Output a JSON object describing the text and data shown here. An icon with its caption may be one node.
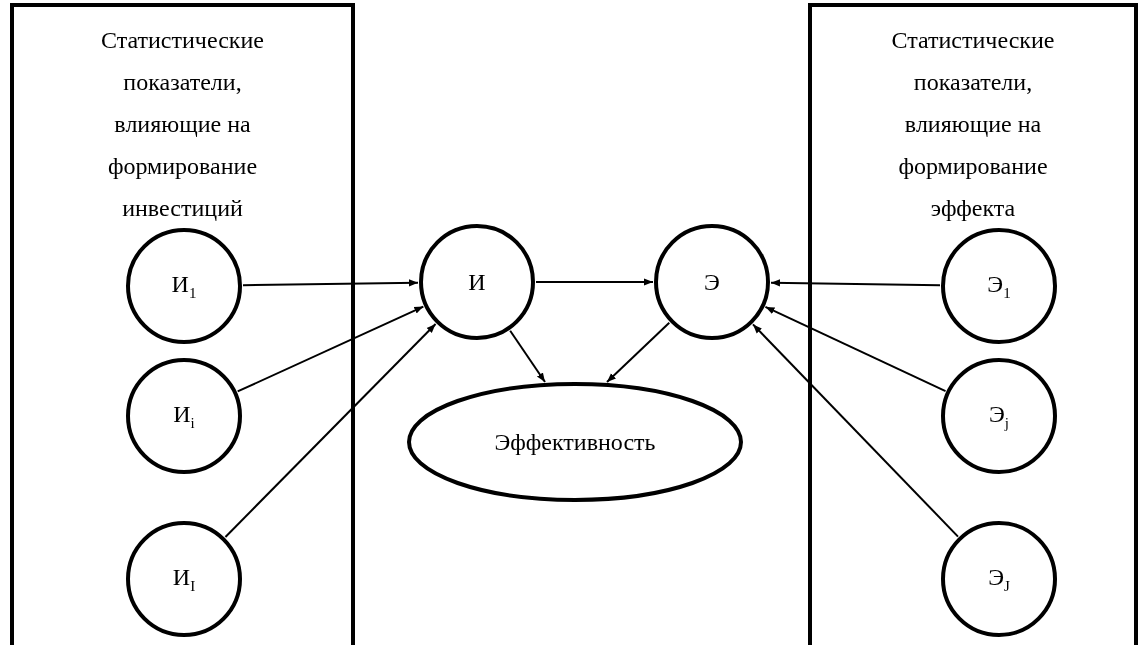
{
  "diagram": {
    "nodes": [
      {
        "text": [
          "Статистические показатели, влияющие на формирование инвестиций"
        ]
      },
      {
        "text": [
          "И$_{1}$"
        ],
        "in": 0
      },
      {
        "text": [
          "И$_{i}$"
        ],
        "in": 0
      },
      {
        "text": [
          "И$_{I}$"
        ],
        "in": 0
      },
      {
        "text": [
          "И"
        ]
      },
      {
        "text": [
          "Э"
        ]
      },
      {
        "text": [
          "Эффективность"
        ]
      },
      {
        "text": [
          "Статистические показатели, влияющие на формирование эффекта"
        ]
      },
      {
        "text": [
          "Э$_{1}$"
        ],
        "in": 7
      },
      {
        "text": [
          "Э$_{j}$"
        ],
        "in": 7
      },
      {
        "text": [
          "Э$_{J}$"
        ],
        "in": 7
      }
    ],
    "edges": [
      {
        "from": 1,
        "to": 4,
        "arrow": "to"
      },
      {
        "from": 2,
        "to": 4,
        "arrow": "to"
      },
      {
        "from": 3,
        "to": 4,
        "arrow": "to"
      },
      {
        "from": 4,
        "to": 5,
        "arrow": "to"
      },
      {
        "from": 8,
        "to": 5,
        "arrow": "to"
      },
      {
        "from": 9,
        "to": 5,
        "arrow": "to"
      },
      {
        "from": 10,
        "to": 5,
        "arrow": "to"
      },
      {
        "from": 4,
        "to": 6,
        "arrow": "to"
      },
      {
        "from": 5,
        "to": 6,
        "arrow": "to"
      }
    ]
  }
}
